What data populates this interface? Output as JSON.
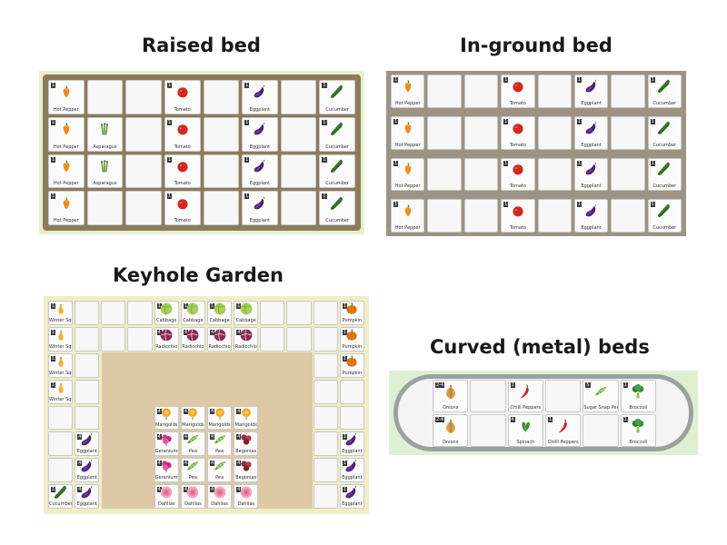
{
  "titles": {
    "raised": "Raised bed",
    "inground": "In-ground bed",
    "keyhole": "Keyhole Garden",
    "curved": "Curved (metal) beds"
  },
  "raised": [
    [
      {
        "n": "1",
        "plant": "Hot Pepper",
        "icon": "hot-pepper"
      },
      {},
      {},
      {
        "n": "1",
        "plant": "Tomato",
        "icon": "tomato"
      },
      {},
      {
        "n": "1",
        "plant": "Eggplant",
        "icon": "eggplant"
      },
      {},
      {
        "n": "1",
        "plant": "Cucumber",
        "icon": "cucumber"
      }
    ],
    [
      {
        "n": "1",
        "plant": "Hot Pepper",
        "icon": "hot-pepper"
      },
      {
        "plant": "Asparagus",
        "icon": "asparagus"
      },
      {},
      {
        "n": "1",
        "plant": "Tomato",
        "icon": "tomato"
      },
      {},
      {
        "n": "1",
        "plant": "Eggplant",
        "icon": "eggplant"
      },
      {},
      {
        "n": "1",
        "plant": "Cucumber",
        "icon": "cucumber"
      }
    ],
    [
      {
        "n": "1",
        "plant": "Hot Pepper",
        "icon": "hot-pepper"
      },
      {
        "plant": "Asparagus",
        "icon": "asparagus"
      },
      {},
      {
        "n": "1",
        "plant": "Tomato",
        "icon": "tomato"
      },
      {},
      {
        "n": "1",
        "plant": "Eggplant",
        "icon": "eggplant"
      },
      {},
      {
        "n": "1",
        "plant": "Cucumber",
        "icon": "cucumber"
      }
    ],
    [
      {
        "n": "1",
        "plant": "Hot Pepper",
        "icon": "hot-pepper"
      },
      {},
      {},
      {
        "n": "1",
        "plant": "Tomato",
        "icon": "tomato"
      },
      {},
      {
        "n": "1",
        "plant": "Eggplant",
        "icon": "eggplant"
      },
      {},
      {
        "n": "1",
        "plant": "Cucumber",
        "icon": "cucumber"
      }
    ]
  ],
  "inground": [
    [
      {
        "n": "1",
        "plant": "Hot Pepper",
        "icon": "hot-pepper"
      },
      {},
      {},
      {
        "n": "1",
        "plant": "Tomato",
        "icon": "tomato"
      },
      {},
      {
        "n": "1",
        "plant": "Eggplant",
        "icon": "eggplant"
      },
      {},
      {
        "n": "1",
        "plant": "Cucumber",
        "icon": "cucumber"
      }
    ],
    [
      {
        "n": "1",
        "plant": "Hot Pepper",
        "icon": "hot-pepper"
      },
      {},
      {},
      {
        "n": "1",
        "plant": "Tomato",
        "icon": "tomato"
      },
      {},
      {
        "n": "1",
        "plant": "Eggplant",
        "icon": "eggplant"
      },
      {},
      {
        "n": "1",
        "plant": "Cucumber",
        "icon": "cucumber"
      }
    ],
    [
      {
        "n": "1",
        "plant": "Hot Pepper",
        "icon": "hot-pepper"
      },
      {},
      {},
      {
        "n": "1",
        "plant": "Tomato",
        "icon": "tomato"
      },
      {},
      {
        "n": "1",
        "plant": "Eggplant",
        "icon": "eggplant"
      },
      {},
      {
        "n": "1",
        "plant": "Cucumber",
        "icon": "cucumber"
      }
    ],
    [
      {
        "n": "1",
        "plant": "Hot Pepper",
        "icon": "hot-pepper"
      },
      {},
      {},
      {
        "n": "1",
        "plant": "Tomato",
        "icon": "tomato"
      },
      {},
      {
        "n": "1",
        "plant": "Eggplant",
        "icon": "eggplant"
      },
      {},
      {
        "n": "1",
        "plant": "Cucumber",
        "icon": "cucumber"
      }
    ]
  ],
  "keyhole": [
    [
      {
        "n": "1",
        "plant": "Winter Squash",
        "icon": "squash"
      },
      {},
      {},
      {},
      {
        "n": "1",
        "plant": "Cabbage",
        "icon": "cabbage"
      },
      {
        "n": "1",
        "plant": "Cabbage",
        "icon": "cabbage"
      },
      {
        "n": "1",
        "plant": "Cabbage",
        "icon": "cabbage"
      },
      {
        "n": "1",
        "plant": "Cabbage",
        "icon": "cabbage"
      },
      {},
      {},
      {},
      {
        "n": "1",
        "plant": "Pumpkin",
        "icon": "pumpkin"
      }
    ],
    [
      {
        "n": "1",
        "plant": "Winter Squash",
        "icon": "squash"
      },
      {},
      {},
      {},
      {
        "n": "4",
        "plant": "Radicchio",
        "icon": "radicchio"
      },
      {
        "n": "4",
        "plant": "Radicchio",
        "icon": "radicchio"
      },
      {
        "n": "4",
        "plant": "Radicchio",
        "icon": "radicchio"
      },
      {
        "n": "4",
        "plant": "Radicchio",
        "icon": "radicchio"
      },
      {},
      {},
      {},
      {
        "n": "1",
        "plant": "Pumpkin",
        "icon": "pumpkin"
      }
    ],
    [
      {
        "n": "1",
        "plant": "Winter Squash",
        "icon": "squash"
      },
      {},
      {
        "path": true
      },
      {
        "path": true
      },
      {
        "path": true
      },
      {
        "path": true
      },
      {
        "path": true
      },
      {
        "path": true
      },
      {
        "path": true
      },
      {
        "path": true
      },
      {},
      {
        "n": "1",
        "plant": "Pumpkin",
        "icon": "pumpkin"
      }
    ],
    [
      {
        "n": "1",
        "plant": "Winter Squash",
        "icon": "squash"
      },
      {},
      {
        "path": true
      },
      {
        "path": true
      },
      {
        "path": true
      },
      {
        "path": true
      },
      {
        "path": true
      },
      {
        "path": true
      },
      {
        "path": true
      },
      {
        "path": true
      },
      {},
      {}
    ],
    [
      {},
      {},
      {
        "path": true
      },
      {
        "path": true
      },
      {
        "n": "4",
        "plant": "Marigolds",
        "icon": "marigold"
      },
      {
        "n": "4",
        "plant": "Marigolds",
        "icon": "marigold"
      },
      {
        "n": "4",
        "plant": "Marigolds",
        "icon": "marigold"
      },
      {
        "n": "4",
        "plant": "Marigolds",
        "icon": "marigold"
      },
      {
        "path": true
      },
      {
        "path": true
      },
      {},
      {}
    ],
    [
      {},
      {
        "n": "4",
        "plant": "Eggplant",
        "icon": "eggplant"
      },
      {
        "path": true
      },
      {
        "path": true
      },
      {
        "n": "4",
        "plant": "Geraniums",
        "icon": "geranium"
      },
      {
        "n": "4",
        "plant": "Pea",
        "icon": "pea"
      },
      {
        "n": "4",
        "plant": "Pea",
        "icon": "pea"
      },
      {
        "n": "4",
        "plant": "Begonias",
        "icon": "begonia"
      },
      {
        "path": true
      },
      {
        "path": true
      },
      {},
      {
        "n": "1",
        "plant": "Eggplant",
        "icon": "eggplant"
      }
    ],
    [
      {},
      {
        "n": "4",
        "plant": "Eggplant",
        "icon": "eggplant"
      },
      {
        "path": true
      },
      {
        "path": true
      },
      {
        "n": "4",
        "plant": "Geraniums",
        "icon": "geranium"
      },
      {
        "n": "4",
        "plant": "Pea",
        "icon": "pea"
      },
      {
        "n": "4",
        "plant": "Pea",
        "icon": "pea"
      },
      {
        "n": "4",
        "plant": "Begonias",
        "icon": "begonia"
      },
      {
        "path": true
      },
      {
        "path": true
      },
      {},
      {
        "n": "1",
        "plant": "Eggplant",
        "icon": "eggplant"
      }
    ],
    [
      {
        "n": "1",
        "plant": "Cucumber",
        "icon": "cucumber"
      },
      {
        "n": "4",
        "plant": "Eggplant",
        "icon": "eggplant"
      },
      {
        "path": true
      },
      {
        "path": true
      },
      {
        "n": "4",
        "plant": "Dahlias",
        "icon": "dahlia"
      },
      {
        "n": "4",
        "plant": "Dahlias",
        "icon": "dahlia"
      },
      {
        "n": "4",
        "plant": "Dahlias",
        "icon": "dahlia"
      },
      {
        "n": "4",
        "plant": "Dahlias",
        "icon": "dahlia"
      },
      {
        "path": true
      },
      {
        "path": true
      },
      {},
      {
        "n": "1",
        "plant": "Eggplant",
        "icon": "eggplant"
      }
    ]
  ],
  "curved": [
    [
      {
        "n": "2-4",
        "plant": "Onions",
        "icon": "onion"
      },
      {},
      {
        "n": "1",
        "plant": "Chilli Peppers",
        "icon": "chilli"
      },
      {},
      {
        "n": "5",
        "plant": "Sugar Snap Peas",
        "icon": "pea"
      },
      {
        "n": "1",
        "plant": "Broccoli",
        "icon": "broccoli"
      }
    ],
    [
      {
        "n": "2-4",
        "plant": "Onions",
        "icon": "onion"
      },
      {},
      {
        "n": "4",
        "plant": "Spinach",
        "icon": "spinach"
      },
      {
        "n": "1",
        "plant": "Chilli Peppers",
        "icon": "chilli"
      },
      {},
      {
        "n": "1",
        "plant": "Broccoli",
        "icon": "broccoli"
      }
    ]
  ],
  "colors": {
    "raised_frame": "#8c7b5c",
    "raised_bg": "#e6f0cf",
    "inground_soil": "#9d9384",
    "keyhole_frame": "#f0eec7",
    "keyhole_path": "#ddc9a6",
    "curved_bg": "#dff0d2",
    "curved_frame": "#9aa19e"
  }
}
